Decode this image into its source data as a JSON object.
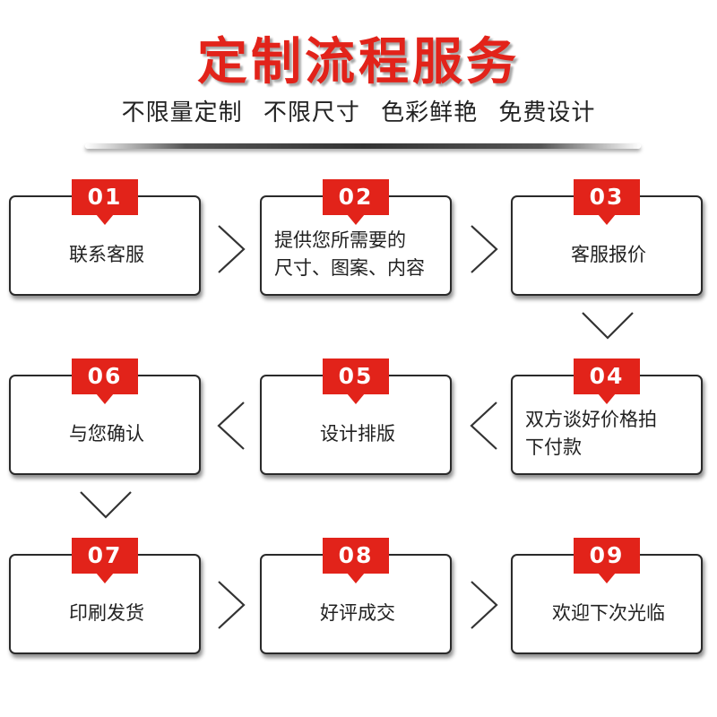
{
  "header": {
    "title": "定制流程服务",
    "subtitle": "不限量定制 不限尺寸 色彩鲜艳 免费设计"
  },
  "steps": [
    {
      "num": "01",
      "label": "联系客服"
    },
    {
      "num": "02",
      "label": "提供您所需要的\n尺寸、图案、内容"
    },
    {
      "num": "03",
      "label": "客服报价"
    },
    {
      "num": "04",
      "label": "双方谈好价格拍\n下付款"
    },
    {
      "num": "05",
      "label": "设计排版"
    },
    {
      "num": "06",
      "label": "与您确认"
    },
    {
      "num": "07",
      "label": "印刷发货"
    },
    {
      "num": "08",
      "label": "好评成交"
    },
    {
      "num": "09",
      "label": "欢迎下次光临"
    }
  ],
  "colors": {
    "accent": "#e2231a",
    "border": "#2a2a2a",
    "text": "#222222"
  }
}
